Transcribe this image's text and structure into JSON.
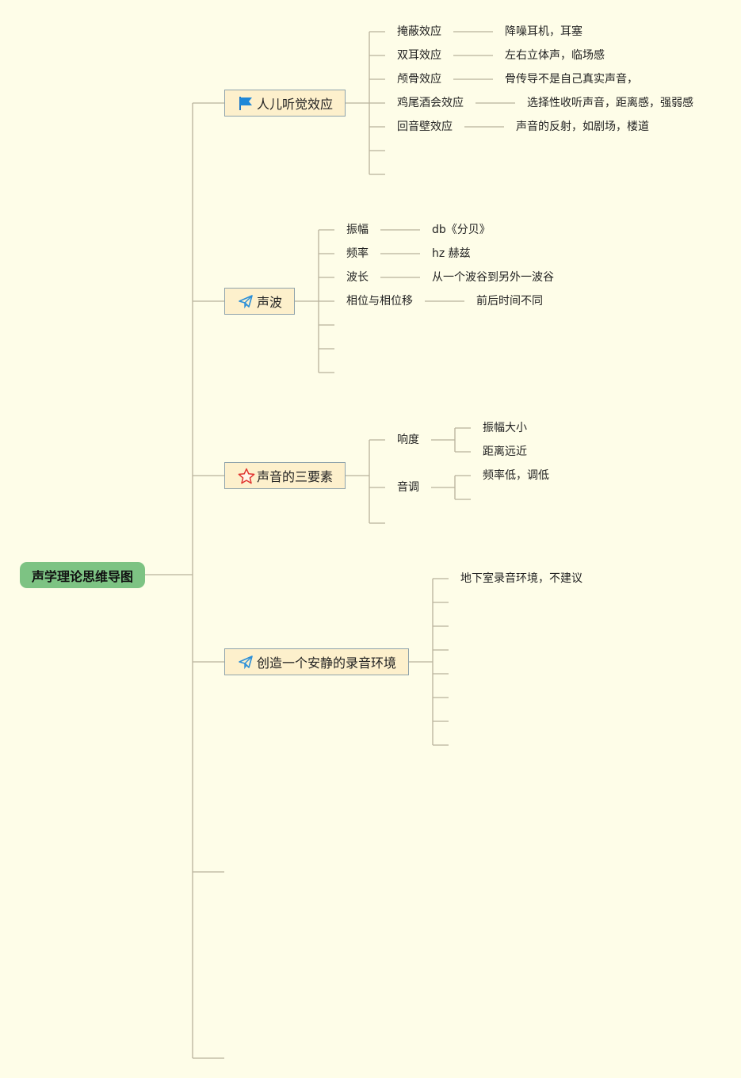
{
  "root": {
    "label": "声学理论思维导图"
  },
  "branches": [
    {
      "label": "人儿听觉效应",
      "icon": "blue-flag-icon",
      "items": [
        {
          "label": "掩蔽效应",
          "detail": "降噪耳机，耳塞"
        },
        {
          "label": "双耳效应",
          "detail": "左右立体声，临场感"
        },
        {
          "label": "颅骨效应",
          "detail": "骨传导不是自己真实声音，"
        },
        {
          "label": "鸡尾酒会效应",
          "detail": "选择性收听声音，距离感，强弱感"
        },
        {
          "label": "回音壁效应",
          "detail": "声音的反射，如剧场，楼道"
        }
      ]
    },
    {
      "label": "声波",
      "icon": "paper-plane-icon",
      "items": [
        {
          "label": "振幅",
          "detail": "db《分贝》"
        },
        {
          "label": "频率",
          "detail": "hz 赫兹"
        },
        {
          "label": "波长",
          "detail": "从一个波谷到另外一波谷"
        },
        {
          "label": "相位与相位移",
          "detail": "前后时间不同"
        }
      ]
    },
    {
      "label": "声音的三要素",
      "icon": "star-icon",
      "items": [
        {
          "label": "响度",
          "subs": [
            "振幅大小",
            "距离远近"
          ]
        },
        {
          "label": "音调",
          "subs": [
            "频率低，调低"
          ]
        }
      ]
    },
    {
      "label": "创造一个安静的录音环境",
      "icon": "paper-plane-icon",
      "items": [
        {
          "label": "地下室录音环境，不建议"
        }
      ]
    }
  ],
  "colors": {
    "background": "#fefde8",
    "line": "#b9b39c",
    "root": "#7dc383",
    "box": "#fdf0cc",
    "box_border": "#8fa3ab"
  }
}
